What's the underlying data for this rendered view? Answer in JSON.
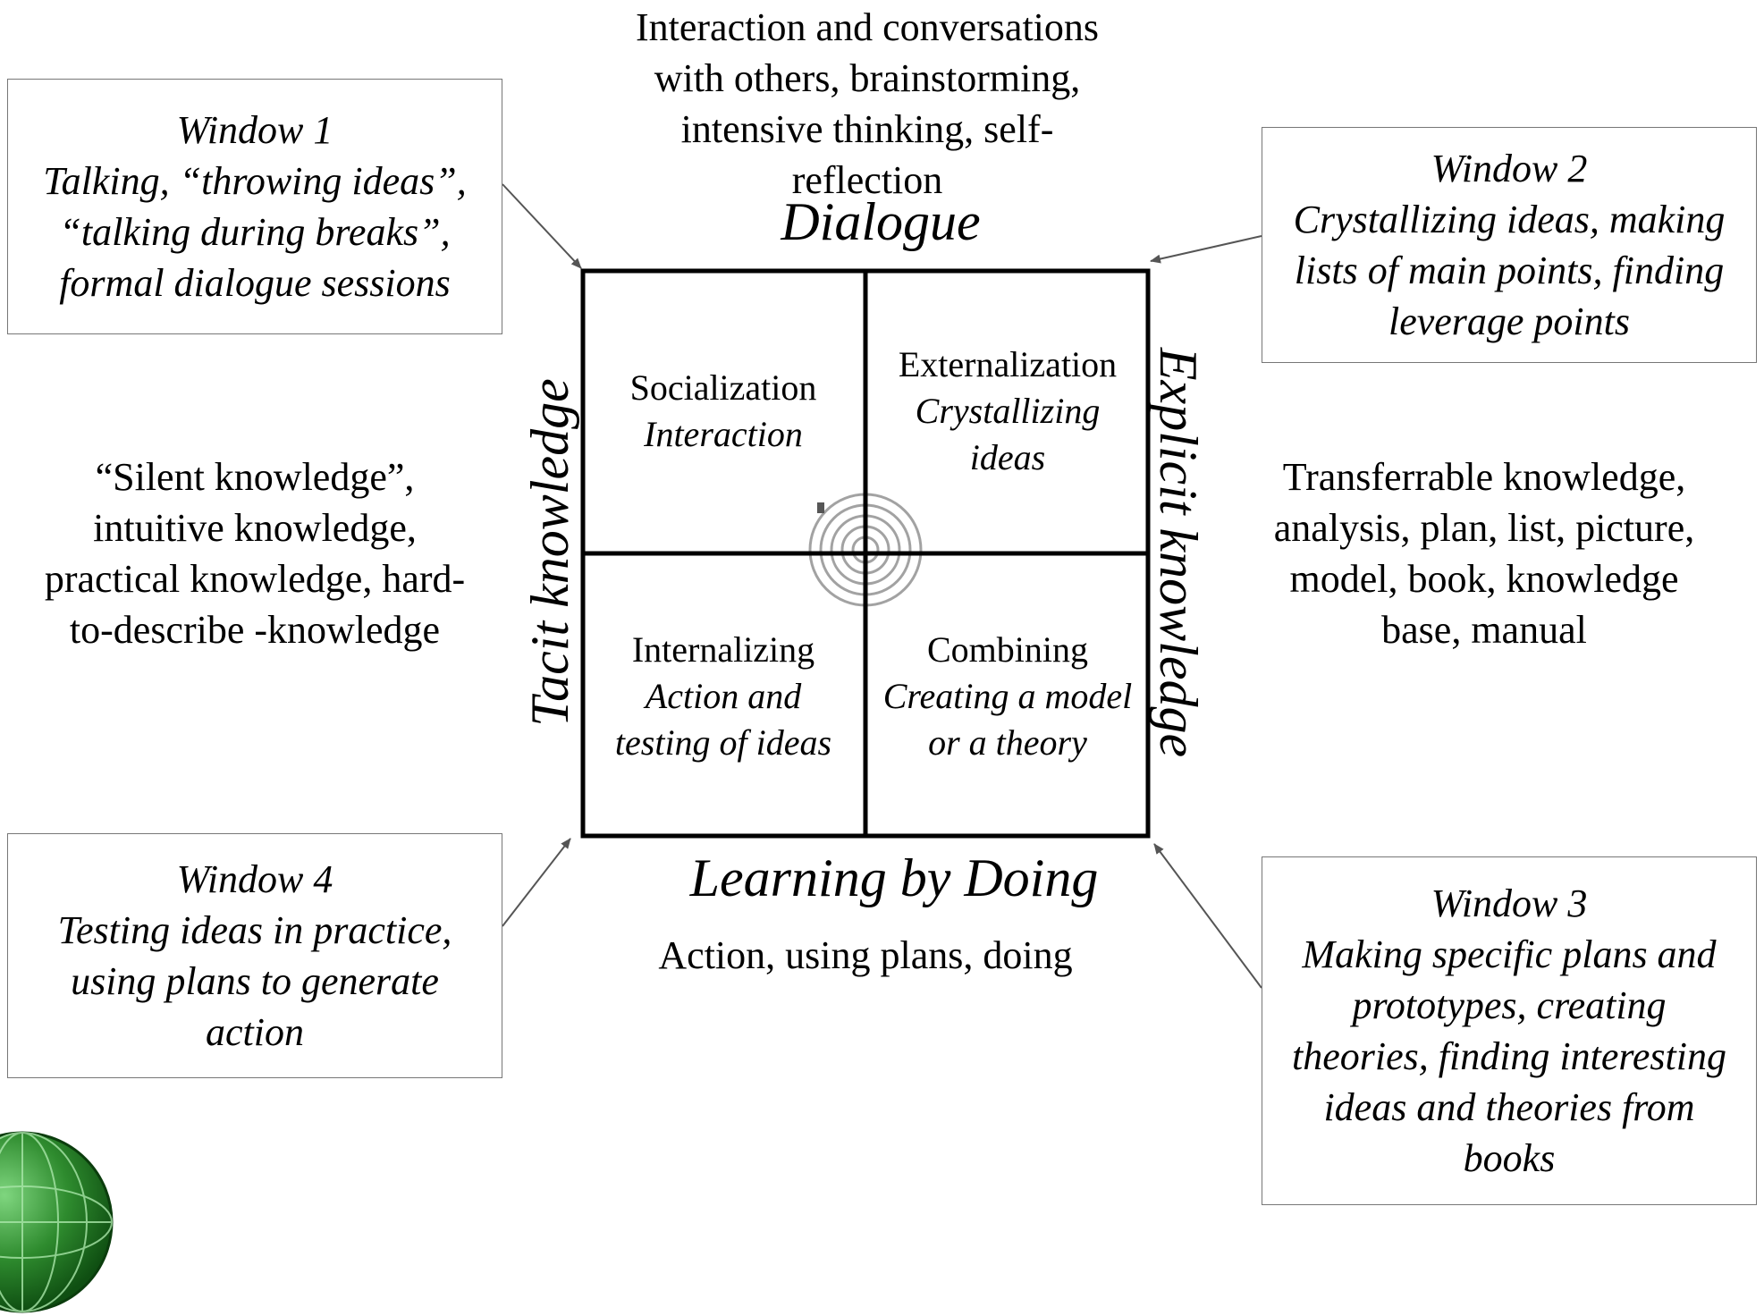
{
  "top_description": "Interaction and conversations\nwith others, brainstorming,\nintensive thinking, self-\nreflection",
  "axes": {
    "top": "Dialogue",
    "bottom": "Learning by Doing",
    "left": "Tacit knowledge",
    "right": "Explicit knowledge"
  },
  "bottom_description": "Action, using plans, doing",
  "left_description": "“Silent knowledge”,\nintuitive knowledge,\npractical knowledge, hard-\nto-describe -knowledge",
  "right_description": "Transferrable knowledge,\nanalysis, plan, list, picture,\nmodel, book, knowledge\nbase, manual",
  "quadrants": {
    "socialization": {
      "title": "Socialization",
      "subtitle": "Interaction"
    },
    "externalization": {
      "title": "Externalization",
      "subtitle": "Crystallizing\nideas"
    },
    "internalizing": {
      "title": "Internalizing",
      "subtitle": "Action and\ntesting of ideas"
    },
    "combining": {
      "title": "Combining",
      "subtitle": "Creating a model\nor a theory"
    }
  },
  "windows": {
    "w1": {
      "title": "Window 1",
      "lines": [
        "Talking, “throwing ideas”,",
        "“talking during breaks”,",
        "formal dialogue sessions"
      ]
    },
    "w2": {
      "title": "Window 2",
      "lines": [
        "Crystallizing ideas, making",
        "lists of main points, finding",
        "leverage points"
      ]
    },
    "w3": {
      "title": "Window 3",
      "lines": [
        "Making specific plans and",
        "prototypes, creating",
        "theories, finding interesting",
        "ideas and theories from",
        "books"
      ]
    },
    "w4": {
      "title": "Window 4",
      "lines": [
        "Testing ideas in practice,",
        "using plans to generate",
        "action"
      ]
    }
  },
  "colors": {
    "grid_line": "#000000",
    "box_border": "#777777",
    "arrow": "#555555",
    "spiral": "#999999",
    "logo_green": "#2e8b2e"
  },
  "icons": {
    "center": "spiral-icon",
    "logo": "globe-logo-icon"
  }
}
